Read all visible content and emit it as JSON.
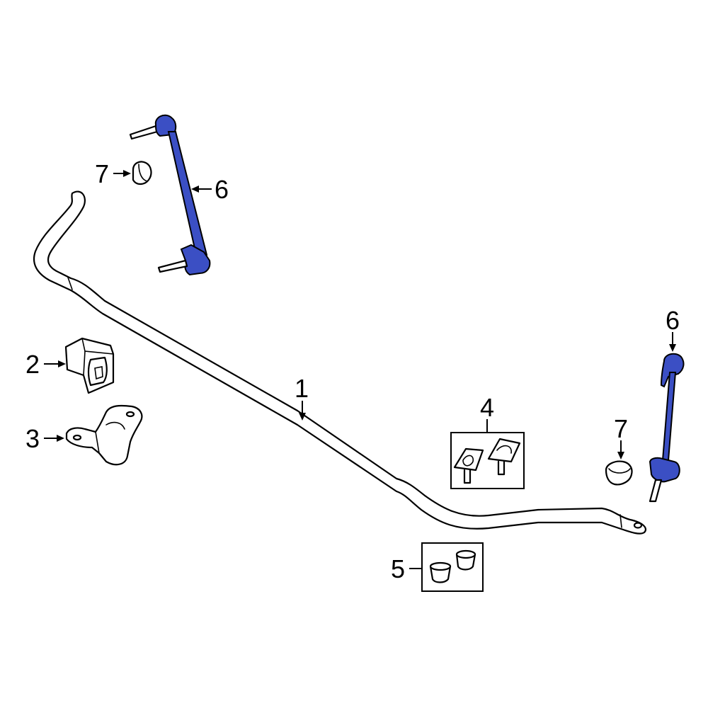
{
  "callouts": {
    "bar": "1",
    "bushing": "2",
    "bracket": "3",
    "bushing_kit": "4",
    "insulator_kit": "5",
    "link_left": "6",
    "link_right": "6",
    "nut_left": "7",
    "nut_right": "7"
  },
  "colors": {
    "highlight": "#3b4fc4",
    "highlight_dark": "#1a2a9a",
    "line": "#000000",
    "background": "#ffffff"
  }
}
